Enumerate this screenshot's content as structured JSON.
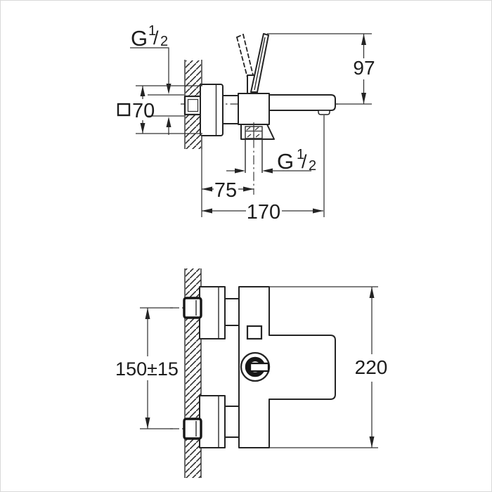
{
  "drawing": {
    "type": "faucet-installation-dimensional-drawing",
    "units_shown": "none",
    "line_color": "#242424",
    "background": "#ffffff",
    "side_view": {
      "wall_thread": {
        "letter": "G",
        "numerator": "1",
        "slash": "/",
        "denominator": "2"
      },
      "escutcheon_size": "70",
      "escutcheon_size_symbol": "square-section",
      "handle_height": "97",
      "outlet_thread": {
        "letter": "G",
        "numerator": "1",
        "slash": "/",
        "denominator": "2"
      },
      "outlet_offset": "75",
      "spout_reach": "170"
    },
    "front_view": {
      "inlet_spacing": "150±15",
      "body_width": "220"
    }
  }
}
